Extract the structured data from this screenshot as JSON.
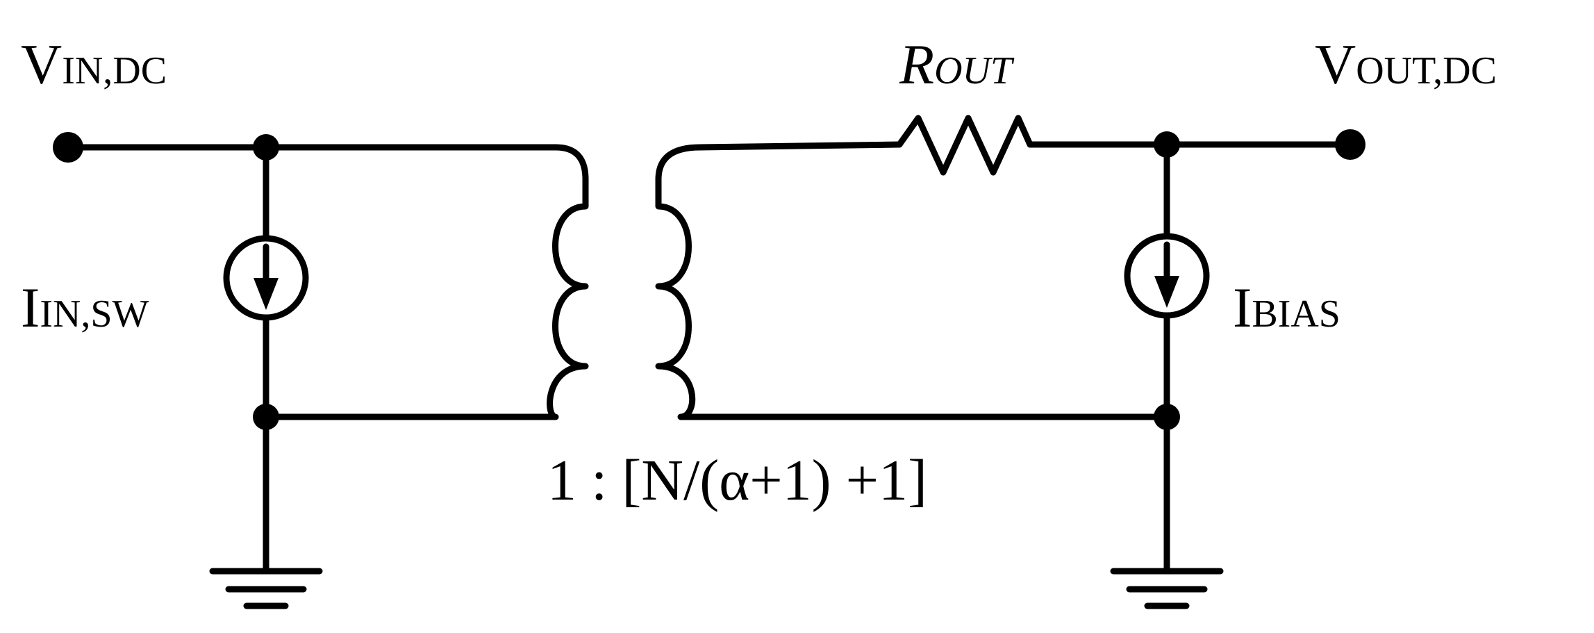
{
  "labels": {
    "vin": {
      "main": "V",
      "sub": "IN,DC"
    },
    "vout": {
      "main": "V",
      "sub": "OUT,DC"
    },
    "rout": {
      "main": "R",
      "sub": "OUT"
    },
    "iin": {
      "main": "I",
      "sub": "IN,SW"
    },
    "ibias": {
      "main": "I",
      "sub": "BIAS"
    },
    "ratio": "1 : [N/(α+1) +1]"
  },
  "colors": {
    "stroke": "#000000",
    "background": "#ffffff"
  }
}
